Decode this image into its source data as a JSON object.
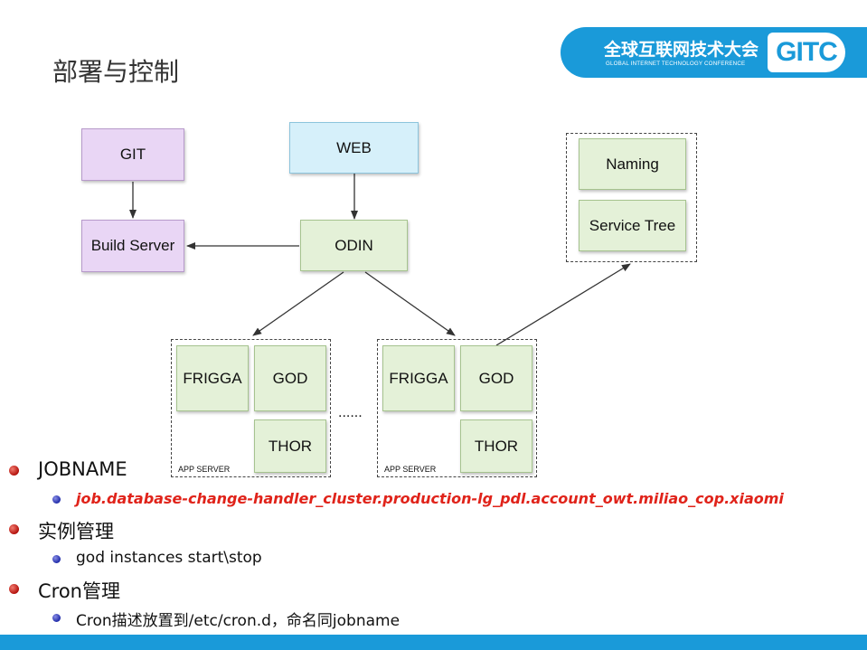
{
  "slide": {
    "title": "部署与控制"
  },
  "logo": {
    "cn": "全球互联网技术大会",
    "en": "GLOBAL INTERNET TECHNOLOGY CONFERENCE",
    "mark": "GITC",
    "color": "#1a9ad9"
  },
  "diagram": {
    "nodes": {
      "git": "GIT",
      "web": "WEB",
      "build_server": "Build Server",
      "odin": "ODIN",
      "naming": "Naming",
      "service_tree": "Service Tree",
      "frigga_1": "FRIGGA",
      "god_1": "GOD",
      "thor_1": "THOR",
      "frigga_2": "FRIGGA",
      "god_2": "GOD",
      "thor_2": "THOR"
    },
    "app_server_label_1": "APP SERVER",
    "app_server_label_2": "APP SERVER",
    "ellipsis": "......",
    "colors": {
      "purple": "#e9d6f5",
      "blue": "#d6f0fa",
      "green": "#e4f1d8"
    }
  },
  "bullets": {
    "item1": {
      "label": "JOBNAME",
      "sub": "job.database-change-handler_cluster.production-lg_pdl.account_owt.miliao_cop.xiaomi"
    },
    "item2": {
      "label": "实例管理",
      "sub": "god instances start\\stop"
    },
    "item3": {
      "label": "Cron管理",
      "sub": "Cron描述放置到/etc/cron.d，命名同jobname"
    }
  }
}
